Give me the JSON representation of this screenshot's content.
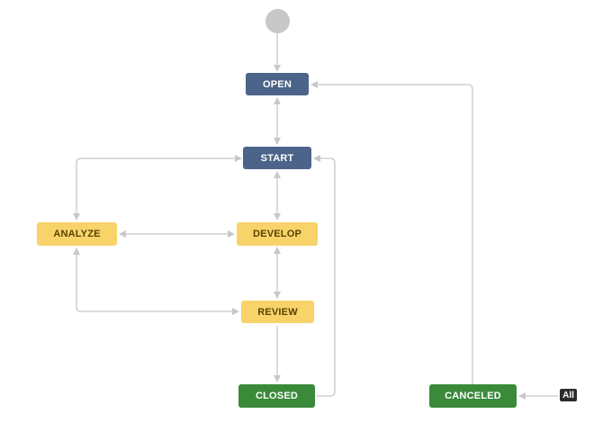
{
  "diagram": {
    "statuses": {
      "open": "OPEN",
      "start": "START",
      "analyze": "ANALYZE",
      "develop": "DEVELOP",
      "review": "REVIEW",
      "closed": "CLOSED",
      "canceled": "CANCELED"
    },
    "all_badge": "All",
    "colors": {
      "todo": "#4c6489",
      "in_progress": "#f7d36a",
      "done": "#3a8a3a",
      "connector": "#c8c8c8"
    }
  }
}
